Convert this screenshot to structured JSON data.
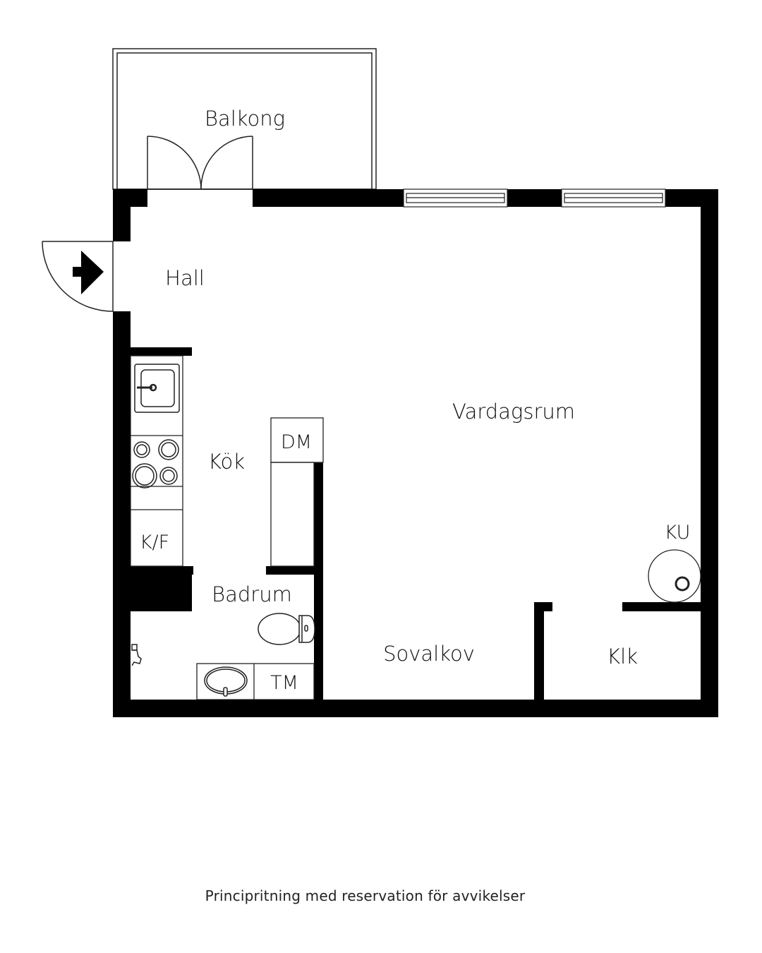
{
  "rooms": {
    "balcony": "Balkong",
    "hall": "Hall",
    "kitchen": "Kök",
    "living_room": "Vardagsrum",
    "bathroom": "Badrum",
    "sleeping_alcove": "Sovalkov",
    "closet": "Klk"
  },
  "fixtures": {
    "dishwasher": "DM",
    "fridge_freezer": "K/F",
    "washing_machine": "TM",
    "corner_unit": "KU"
  },
  "footer": "Principritning med reservation för avvikelser",
  "colors": {
    "wall": "#000000",
    "line": "#222222",
    "background": "#ffffff"
  }
}
